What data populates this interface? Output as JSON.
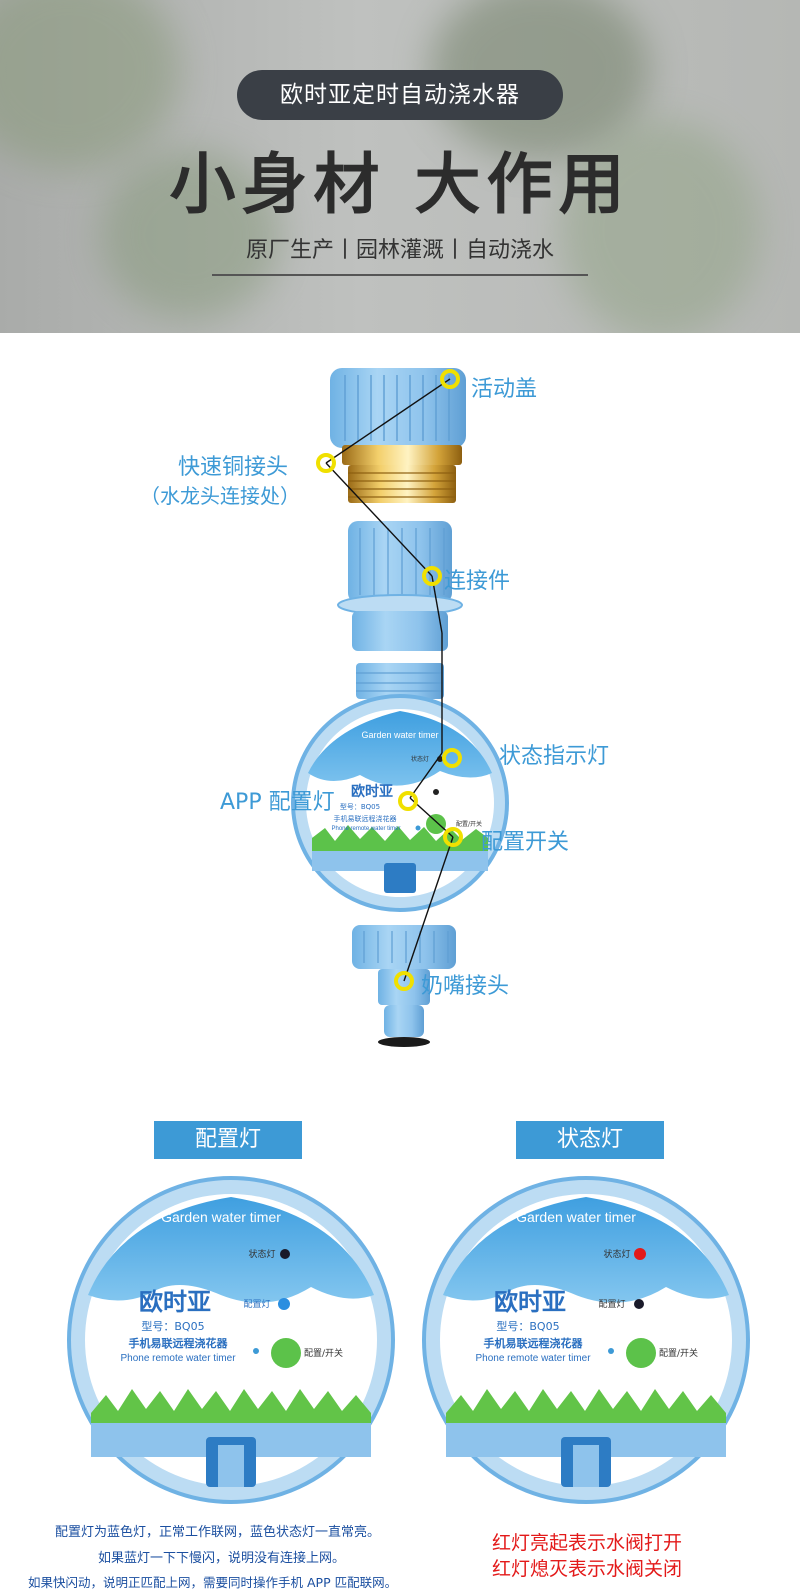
{
  "hero": {
    "title": "欧时亚定时自动浇水器",
    "headline": "小身材 大作用",
    "subtitle": "原厂生产丨园林灌溉丨自动浇水"
  },
  "diagram": {
    "callouts": {
      "cap": "活动盖",
      "copper_line1": "快速铜接头",
      "copper_line2": "（水龙头连接处）",
      "connector": "连接件",
      "status_light": "状态指示灯",
      "app_light": "APP 配置灯",
      "config_switch": "配置开关",
      "nozzle": "奶嘴接头"
    },
    "timer_face": {
      "garden_text": "Garden water timer",
      "status_label": "状态灯",
      "brand": "欧时亚",
      "model": "型号：BQ05",
      "desc_cn": "手机易联远程浇花器",
      "desc_en": "Phone remote water timer",
      "switch_label": "配置/开关",
      "config_label": "配置灯"
    }
  },
  "bottom": {
    "left_label": "配置灯",
    "right_label": "状态灯",
    "left_notes": [
      "配置灯为蓝色灯，正常工作联网，蓝色状态灯一直常亮。",
      "如果蓝灯一下下慢闪，说明没有连接上网。",
      "如果快闪动，说明正匹配上网，需要同时操作手机 APP 匹配联网。"
    ],
    "right_notes": [
      "红灯亮起表示水阀打开",
      "红灯熄灭表示水阀关闭"
    ]
  },
  "colors": {
    "accent_blue": "#3d9ad6",
    "note_blue": "#1b4fa0",
    "note_red": "#e31a1a",
    "dot_yellow": "#f0e000",
    "part_blue": "#8ec3ec",
    "brass": "#d4a43a"
  }
}
